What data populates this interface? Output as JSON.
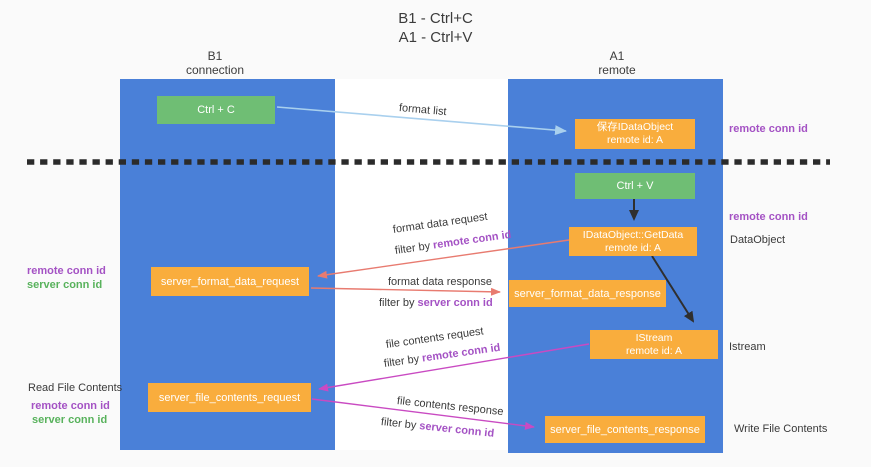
{
  "title": {
    "line1": "B1 - Ctrl+C",
    "line2": "A1 - Ctrl+V"
  },
  "lanes": {
    "b1": {
      "name": "B1",
      "subtitle": "connection"
    },
    "a1": {
      "name": "A1",
      "subtitle": "remote"
    }
  },
  "nodes": {
    "ctrl_c": {
      "label": "Ctrl + C"
    },
    "save_idataobject": {
      "line1": "保存IDataObject",
      "line2": "remote id: A"
    },
    "ctrl_v": {
      "label": "Ctrl + V"
    },
    "idataobject_getdata": {
      "line1": "IDataObject::GetData",
      "line2": "remote id: A"
    },
    "server_format_data_request": {
      "label": "server_format_data_request"
    },
    "server_format_data_response": {
      "label": "server_format_data_response"
    },
    "istream": {
      "line1": "IStream",
      "line2": "remote id: A"
    },
    "server_file_contents_request": {
      "label": "server_file_contents_request"
    },
    "server_file_contents_response": {
      "label": "server_file_contents_response"
    }
  },
  "side_labels": {
    "remote_conn_id_right_top": "remote conn id",
    "remote_conn_id_right_mid": "remote conn id",
    "dataobject": "DataObject",
    "istream": "Istream",
    "write_file_contents": "Write File Contents",
    "remote_conn_id_left_top": "remote conn id",
    "server_conn_id_left_top": "server conn id",
    "read_file_contents": "Read File Contents",
    "remote_conn_id_left_bottom": "remote conn id",
    "server_conn_id_left_bottom": "server conn id"
  },
  "edge_labels": {
    "format_list": "format list",
    "format_data_request": "format data request",
    "format_request_filter": {
      "prefix": "filter by ",
      "id": "remote conn id"
    },
    "format_data_response": "format data response",
    "format_response_filter": {
      "prefix": "filter by ",
      "id": "server conn id"
    },
    "file_contents_request": "file contents request",
    "file_request_filter": {
      "prefix": "filter by ",
      "id": "remote conn id"
    },
    "file_contents_response": "file contents response",
    "file_response_filter": {
      "prefix": "filter by ",
      "id": "server conn id"
    }
  },
  "colors": {
    "lifeline_blue": "#4a80d8",
    "node_orange": "#f9ad3d",
    "node_green": "#6fbe74",
    "arrow_light_blue": "#a9d0ee",
    "arrow_salmon": "#e87b70",
    "arrow_magenta": "#c94ac2",
    "arrow_black": "#2f2f2f",
    "remote_conn_id_purple": "#a452c4",
    "server_conn_id_green": "#58b25c",
    "background": "#fafafa"
  }
}
